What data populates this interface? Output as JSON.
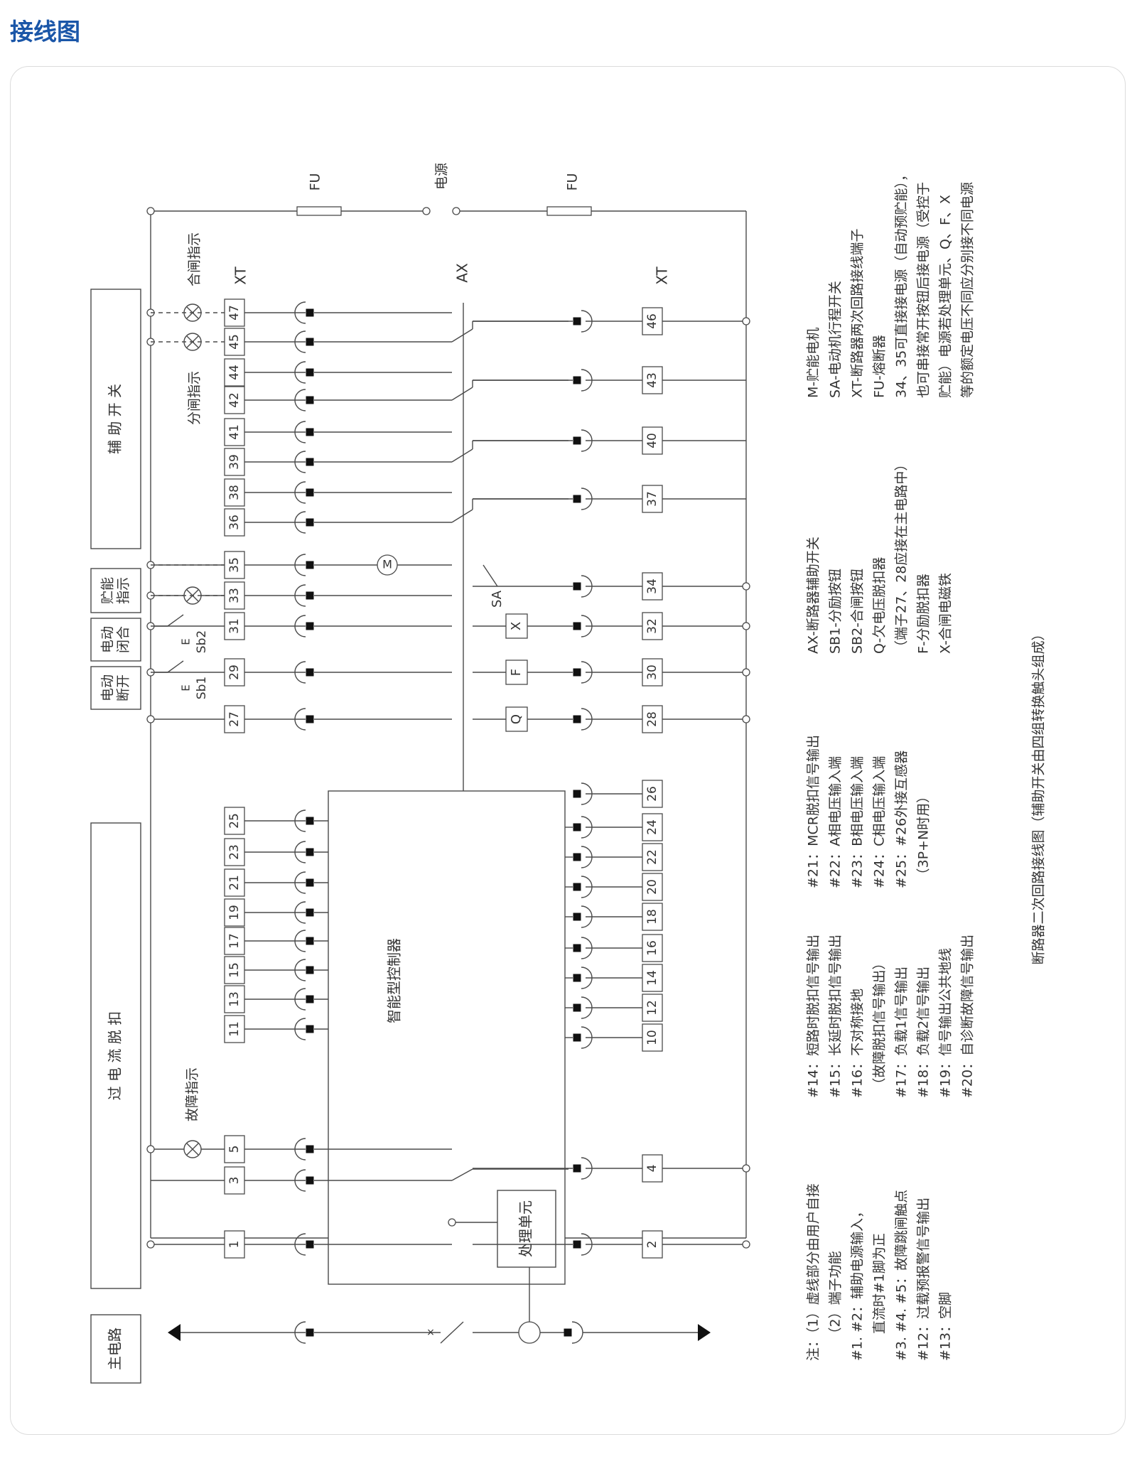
{
  "page": {
    "title": "接线图"
  },
  "colors": {
    "title": "#1a56a8",
    "line": "#4a4a4a",
    "panel_border": "#dcdcdc"
  },
  "diagram": {
    "section_labels": [
      {
        "id": "main",
        "text": "主电路"
      },
      {
        "id": "overcurrent",
        "text": "过 电 流 脱 扣"
      },
      {
        "id": "open",
        "text": "电动\n断开"
      },
      {
        "id": "close",
        "text": "电动\n闭合"
      },
      {
        "id": "store",
        "text": "贮能\n指示"
      },
      {
        "id": "aux",
        "text": "辅 助 开 关"
      }
    ],
    "terminals_left": [
      "1",
      "3",
      "5",
      "11",
      "13",
      "15",
      "17",
      "19",
      "21",
      "23",
      "25",
      "27",
      "29",
      "31",
      "33",
      "35",
      "36",
      "38",
      "39",
      "41",
      "42",
      "44",
      "45",
      "47"
    ],
    "terminals_right": [
      "2",
      "4",
      "10",
      "12",
      "14",
      "16",
      "18",
      "20",
      "22",
      "24",
      "26",
      "28",
      "30",
      "32",
      "34",
      "37",
      "40",
      "43",
      "46"
    ],
    "labels": {
      "fault_indicator": "故障指示",
      "controller": "智能型控制器",
      "processing_unit": "处理单元",
      "fu": "FU",
      "power": "电源",
      "ax": "AX",
      "xt": "XT",
      "open_indicator": "分闸指示",
      "close_indicator": "合闸指示",
      "sa": "SA",
      "sb1": "Sb1",
      "sb2": "Sb2",
      "e": "E",
      "coil_q": "Q",
      "coil_f": "F",
      "coil_x": "X",
      "motor": "M"
    },
    "notes": {
      "col1": [
        "注：（1）虚线部分由用户自接",
        "　　（2）端子功能",
        "#1. #2：辅助电源输入，",
        "　　直流时#1脚为正",
        "#3. #4. #5：故障跳闸触点",
        "#12：过载预报警信号输出",
        "#13：空脚"
      ],
      "col2": [
        "#14：短路时脱扣信号输出",
        "#15：长延时脱扣信号输出",
        "#16：不对称接地",
        "　（故障脱扣信号输出）",
        "#17：负载1信号输出",
        "#18：负载2信号输出",
        "#19：信号输出公共地线",
        "#20：自诊断故障信号输出"
      ],
      "col3": [
        "#21：MCR脱扣信号输出",
        "#22：A相电压输入端",
        "#23：B相电压输入端",
        "#24：C相电压输入端",
        "#25：#26外接互感器",
        "　（3P+N时用）"
      ],
      "col4": [
        "AX-断路器辅助开关",
        "SB1-分励按钮",
        "SB2-合闸按钮",
        "Q-欠电压脱扣器",
        "（端子27、28应接在主电路中）",
        "F-分励脱扣器",
        "X-合闸电磁铁"
      ],
      "col5": [
        "M-贮能电机",
        "SA-电动机行程开关",
        "XT-断路器两次回路接线端子",
        "FU-熔断器",
        "34、35可直接接电源（自动预贮能），",
        "也可串接常开按钮后接电源（受控于",
        "贮能）电源若处理单元、Q、F、X",
        "等的额定电压不同应分别接不同电源"
      ]
    },
    "caption": "断路器二次回路接线图（辅助开关由四组转换触头组成）"
  }
}
